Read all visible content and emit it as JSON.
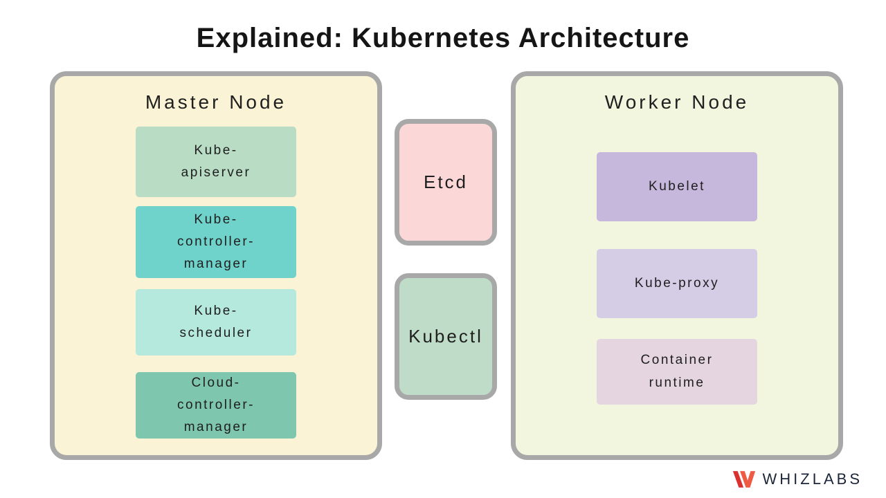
{
  "title": "Explained: Kubernetes Architecture",
  "colors": {
    "outline_gray": "#a8a8a8",
    "master_bg": "#faf3d6",
    "worker_bg": "#f2f6de"
  },
  "master_node": {
    "label": "Master Node",
    "components": [
      {
        "id": "kube-apiserver",
        "label": "Kube-\napiserver",
        "bg": "#b9dcc5"
      },
      {
        "id": "kube-controller-manager",
        "label": "Kube-\ncontroller-\nmanager",
        "bg": "#6fd3cc"
      },
      {
        "id": "kube-scheduler",
        "label": "Kube-\nscheduler",
        "bg": "#b5e9dd"
      },
      {
        "id": "cloud-controller-manager",
        "label": "Cloud-\ncontroller-\nmanager",
        "bg": "#7ec7ae"
      }
    ]
  },
  "middle_boxes": [
    {
      "id": "etcd",
      "label": "Etcd",
      "bg": "#fbd7d8"
    },
    {
      "id": "kubectl",
      "label": "Kubectl",
      "bg": "#bedcc8"
    }
  ],
  "worker_node": {
    "label": "Worker Node",
    "components": [
      {
        "id": "kubelet",
        "label": "Kubelet",
        "bg": "#c6b8dd"
      },
      {
        "id": "kube-proxy",
        "label": "Kube-proxy",
        "bg": "#d5cde6"
      },
      {
        "id": "container-runtime",
        "label": "Container\nruntime",
        "bg": "#e5d5e0"
      }
    ]
  },
  "logo": {
    "text": "WHIZLABS",
    "mark_left_color": "#d8312f",
    "mark_right_color": "#ef5a44"
  }
}
